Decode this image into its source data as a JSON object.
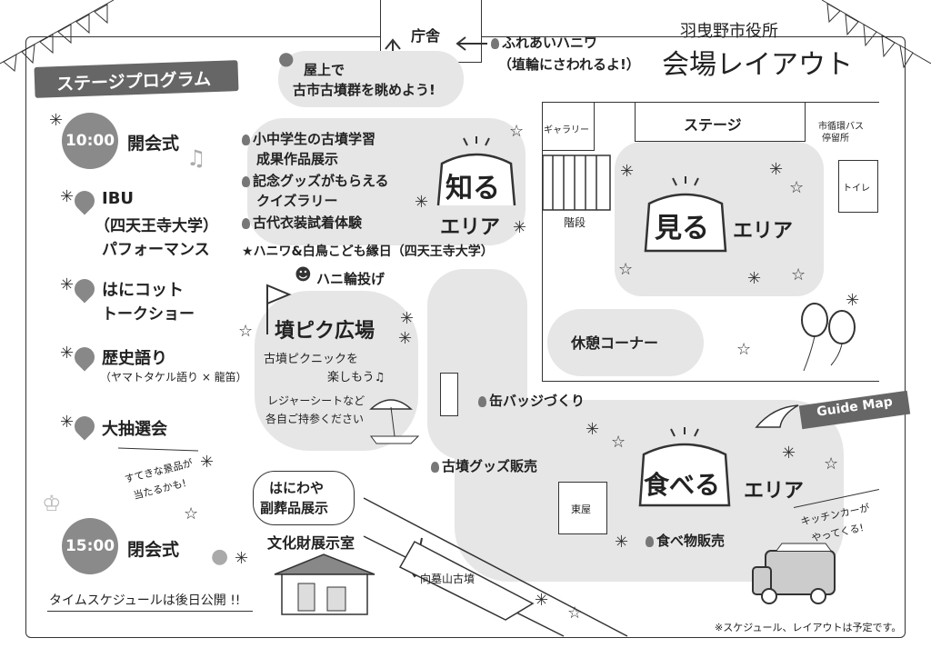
{
  "header": {
    "org": "羽曳野市役所",
    "title": "会場レイアウト"
  },
  "stage_program": {
    "label": "ステージプログラム",
    "items": [
      {
        "time": "10:00",
        "name": "開会式",
        "sub": ""
      },
      {
        "time": "",
        "name": "IBU",
        "sub": "（四天王寺大学）",
        "sub2": "パフォーマンス"
      },
      {
        "time": "",
        "name": "はにコット",
        "sub": "トークショー"
      },
      {
        "time": "",
        "name": "歴史語り",
        "sub": "（ヤマトタケル語り × 龍笛）"
      },
      {
        "time": "",
        "name": "大抽選会",
        "sub": ""
      },
      {
        "time": "15:00",
        "name": "閉会式",
        "sub": ""
      }
    ],
    "prize_note_1": "すてきな景品が",
    "prize_note_2": "当たるかも!",
    "schedule_note": "タイムスケジュールは後日公開 !!"
  },
  "map": {
    "chosha": "庁舎",
    "rooftop_1": "屋上で",
    "rooftop_2": "古市古墳群を眺めよう!",
    "fureai_1": "ふれあいハニワ",
    "fureai_2": "（埴輪にさわれるよ!）",
    "shiru_items": [
      "小中学生の古墳学習",
      "成果作品展示",
      "記念グッズがもらえる",
      "クイズラリー",
      "古代衣装試着体験"
    ],
    "haniwa_ennichi": "ハニワ&白鳥こども縁日（四天王寺大学）",
    "shiru_big": "知る",
    "shiru_area": "エリア",
    "gallery": "ギャラリー",
    "stairs": "階段",
    "stage": "ステージ",
    "bus_1": "市循環バス",
    "bus_2": "停留所",
    "toilet": "トイレ",
    "miru_big": "見る",
    "miru_area": "エリア",
    "hani_nage": "ハニ輪投げ",
    "funpiku": "墳ピク広場",
    "picnic_1": "古墳ピクニックを",
    "picnic_2": "楽しもう♫",
    "leisure_1": "レジャーシートなど",
    "leisure_2": "各自ご持参ください",
    "kyukei": "休憩コーナー",
    "can_badge": "缶バッジづくり",
    "guide_map": "Guide Map",
    "goods": "古墳グッズ販売",
    "taberu_big": "食べる",
    "taberu_area": "エリア",
    "azumaya": "東屋",
    "food": "食べ物販売",
    "kitchen_1": "キッチンカーが",
    "kitchen_2": "やってくる!",
    "haniwaya_1": "はにわや",
    "haniwaya_2": "副葬品展示",
    "bunkazai": "文化財展示室",
    "mukaihakayama": "向墓山古墳",
    "disclaimer": "※スケジュール、レイアウトは予定です。"
  }
}
